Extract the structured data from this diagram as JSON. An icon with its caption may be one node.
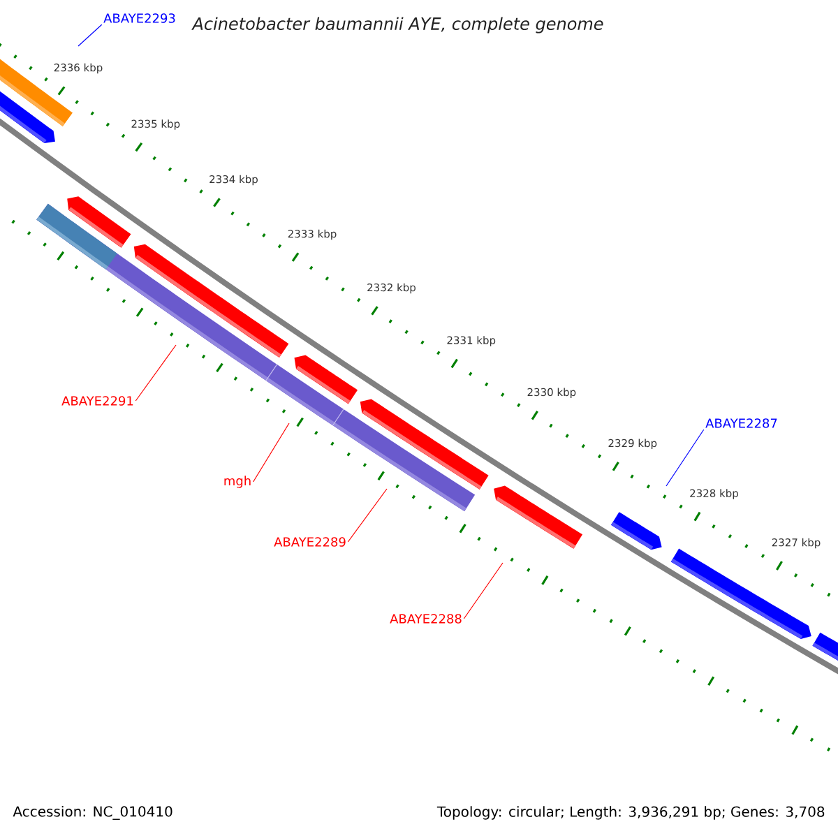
{
  "diagram": {
    "title": "Acinetobacter baumannii AYE, complete genome",
    "nodes": [
      {
        "text": [
          "ABAYE2293"
        ]
      },
      {
        "text": [
          "ABAYE2291"
        ]
      },
      {
        "text": [
          "mgh"
        ]
      },
      {
        "text": [
          "ABAYE2289"
        ]
      },
      {
        "text": [
          "ABAYE2288"
        ]
      },
      {
        "text": [
          "ABAYE2287"
        ]
      }
    ],
    "edges": [
      {
        "from": 0,
        "to": null,
        "arrow": "none",
        "color": "#0000ff"
      },
      {
        "from": 1,
        "to": null,
        "arrow": "none"
      },
      {
        "from": 2,
        "to": null,
        "arrow": "none"
      },
      {
        "from": 3,
        "to": null,
        "arrow": "none"
      },
      {
        "from": 4,
        "to": null,
        "arrow": "none"
      },
      {
        "from": 5,
        "to": null,
        "arrow": "none",
        "color": "#0000ff"
      }
    ],
    "labels": [
      "2336 kbp",
      "2335 kbp",
      "2334 kbp",
      "2333 kbp",
      "2332 kbp",
      "2331 kbp",
      "2330 kbp",
      "2329 kbp",
      "2328 kbp",
      "2327 kbp",
      "Accession: NC_010410",
      "Topology: circular; Length: 3,936,291 bp; Genes: 3,708"
    ]
  }
}
